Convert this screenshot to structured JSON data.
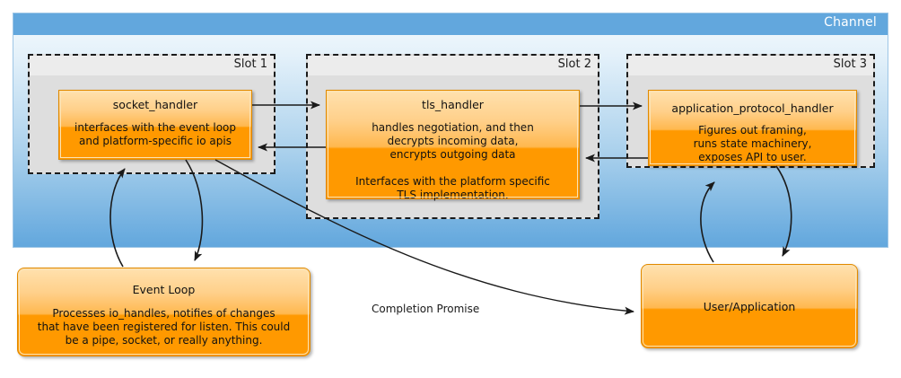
{
  "channel": {
    "title": "Channel"
  },
  "slots": [
    {
      "title": "Slot 1"
    },
    {
      "title": "Slot 2"
    },
    {
      "title": "Slot 3"
    }
  ],
  "nodes": {
    "socket_handler": {
      "title": "socket_handler",
      "body": "interfaces with the event loop\nand platform-specific io apis"
    },
    "tls_handler": {
      "title": "tls_handler",
      "body": "handles negotiation, and then\ndecrypts incoming data,\nencrypts outgoing data\n\nInterfaces with the platform specific\nTLS implementation."
    },
    "application_protocol_handler": {
      "title": "application_protocol_handler",
      "body": "Figures out framing,\nruns state machinery,\nexposes API to user."
    },
    "event_loop": {
      "title": "Event Loop",
      "body": "Processes io_handles, notifies of changes\nthat have been registered for listen. This could\nbe a pipe, socket, or really anything."
    },
    "user_application": {
      "title": "User/Application"
    }
  },
  "edges": {
    "completion_promise": "Completion Promise"
  },
  "colors": {
    "channel_header": "#62a7dd",
    "channel_body_top": "#f4fafd",
    "channel_body_bottom": "#62a7dd",
    "slot_fill": "#dedede",
    "slot_band": "#ececec",
    "node_orange": "#ff9900",
    "node_orange_light": "#ffe1ae",
    "node_border": "#e08a00",
    "arrow": "#1a1a1a",
    "text": "#111111",
    "channel_title_text": "#ffffff"
  }
}
